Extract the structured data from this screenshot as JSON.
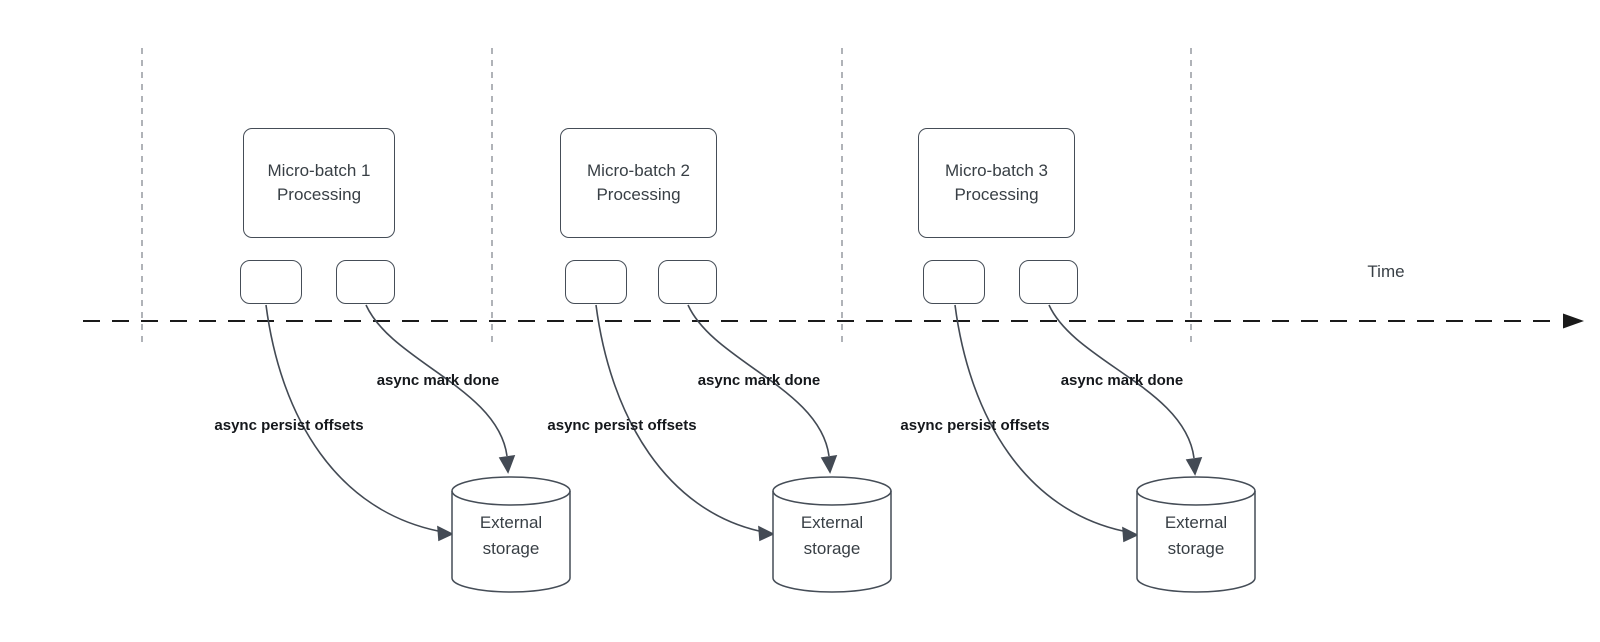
{
  "diagram": {
    "time_label": "Time",
    "groups": [
      {
        "box_line1": "Micro-batch 1",
        "box_line2": "Processing",
        "persist_label": "async persist offsets",
        "mark_done_label": "async mark done",
        "storage_line1": "External",
        "storage_line2": "storage"
      },
      {
        "box_line1": "Micro-batch 2",
        "box_line2": "Processing",
        "persist_label": "async persist offsets",
        "mark_done_label": "async mark done",
        "storage_line1": "External",
        "storage_line2": "storage"
      },
      {
        "box_line1": "Micro-batch 3",
        "box_line2": "Processing",
        "persist_label": "async persist offsets",
        "mark_done_label": "async mark done",
        "storage_line1": "External",
        "storage_line2": "storage"
      }
    ],
    "colors": {
      "node_stroke": "#454d57",
      "arrow_stroke": "#434a54",
      "guide_line": "#b0b3b8",
      "timeline": "#1a1a1a",
      "node_text": "#383f45",
      "label_text": "#15181c"
    }
  }
}
